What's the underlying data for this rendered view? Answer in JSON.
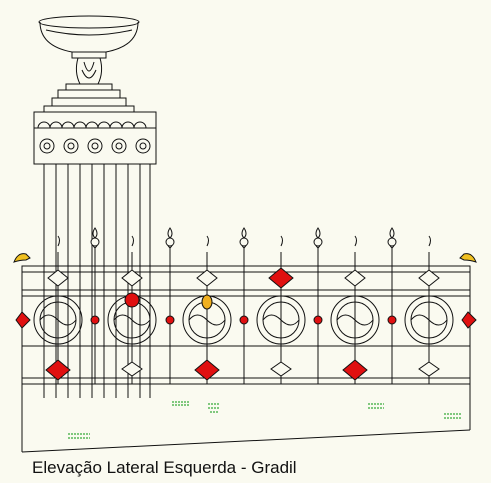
{
  "caption": "Elevação Lateral Esquerda - Gradil",
  "colors": {
    "background": "#fafaf0",
    "line": "#111111",
    "red_ornament": "#e01010",
    "yellow_ornament": "#f0b020",
    "ground_hatch": "#58b858"
  },
  "icons": [
    "urn-finial",
    "column-capital",
    "spear-finial",
    "red-diamond-ornament",
    "scroll-ornament",
    "bird-finial",
    "grass-hatch"
  ]
}
